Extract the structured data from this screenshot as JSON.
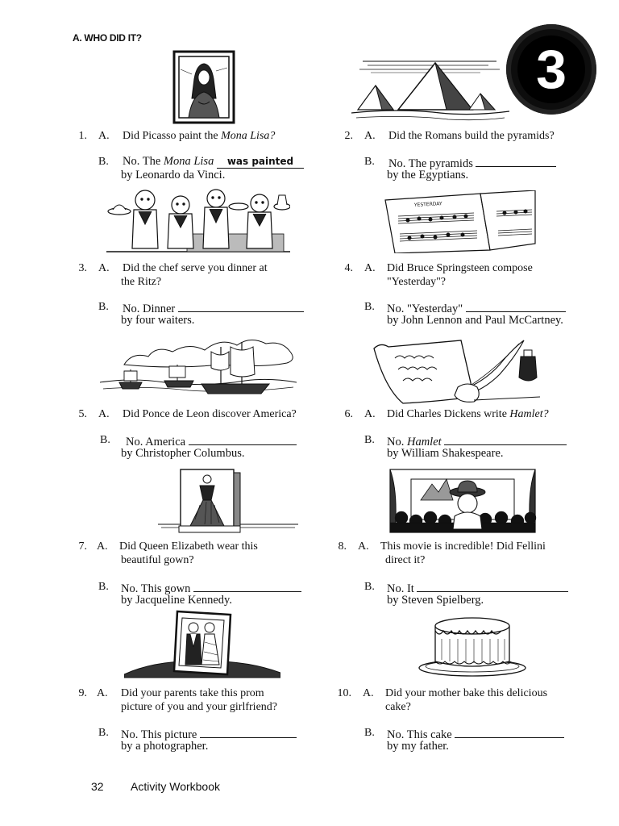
{
  "section_title": "A. WHO DID IT?",
  "unit_number": "3",
  "footer": {
    "page_number": "32",
    "book_title": "Activity Workbook"
  },
  "exercises": [
    {
      "num": "1.",
      "a_label": "A.",
      "a_line1_pre": "Did Picasso paint the ",
      "a_line1_italic": "Mona Lisa?",
      "a_line2": "",
      "b_label": "B.",
      "b_pre": "No.  The ",
      "b_italic": "Mona Lisa",
      "b_answer": "was painted",
      "b_line2": "by Leonardo da Vinci."
    },
    {
      "num": "2.",
      "a_label": "A.",
      "a_line1_pre": "Did the Romans build the pyramids?",
      "a_line1_italic": "",
      "a_line2": "",
      "b_label": "B.",
      "b_pre": "No.  The pyramids",
      "b_italic": "",
      "b_answer": "",
      "b_line2": "by the Egyptians."
    },
    {
      "num": "3.",
      "a_label": "A.",
      "a_line1_pre": "Did the chef serve you dinner at",
      "a_line1_italic": "",
      "a_line2": "the Ritz?",
      "b_label": "B.",
      "b_pre": "No.  Dinner",
      "b_italic": "",
      "b_answer": "",
      "b_line2": "by four waiters."
    },
    {
      "num": "4.",
      "a_label": "A.",
      "a_line1_pre": "Did Bruce Springsteen compose",
      "a_line1_italic": "",
      "a_line2": "\"Yesterday\"?",
      "b_label": "B.",
      "b_pre": "No.  \"Yesterday\"",
      "b_italic": "",
      "b_answer": "",
      "b_line2": "by John Lennon and Paul McCartney."
    },
    {
      "num": "5.",
      "a_label": "A.",
      "a_line1_pre": "Did Ponce de Leon discover America?",
      "a_line1_italic": "",
      "a_line2": "",
      "b_label": "B.",
      "b_pre": "No.  America",
      "b_italic": "",
      "b_answer": "",
      "b_line2": "by Christopher Columbus."
    },
    {
      "num": "6.",
      "a_label": "A.",
      "a_line1_pre": "Did Charles Dickens write ",
      "a_line1_italic": "Hamlet?",
      "a_line2": "",
      "b_label": "B.",
      "b_pre": "No.  ",
      "b_italic": "Hamlet",
      "b_answer": "",
      "b_line2": "by William Shakespeare."
    },
    {
      "num": "7.",
      "a_label": "A.",
      "a_line1_pre": "Did Queen Elizabeth wear this",
      "a_line1_italic": "",
      "a_line2": "beautiful gown?",
      "b_label": "B.",
      "b_pre": "No.  This gown",
      "b_italic": "",
      "b_answer": "",
      "b_line2": "by Jacqueline Kennedy."
    },
    {
      "num": "8.",
      "a_label": "A.",
      "a_line1_pre": "This movie is incredible!  Did Fellini",
      "a_line1_italic": "",
      "a_line2": "direct it?",
      "b_label": "B.",
      "b_pre": "No.  It",
      "b_italic": "",
      "b_answer": "",
      "b_line2": "by Steven Spielberg."
    },
    {
      "num": "9.",
      "a_label": "A.",
      "a_line1_pre": "Did your parents take this prom",
      "a_line1_italic": "",
      "a_line2": "picture of you and your girlfriend?",
      "b_label": "B.",
      "b_pre": "No.  This picture",
      "b_italic": "",
      "b_answer": "",
      "b_line2": "by a photographer."
    },
    {
      "num": "10.",
      "a_label": "A.",
      "a_line1_pre": "Did your mother bake this delicious",
      "a_line1_italic": "",
      "a_line2": "cake?",
      "b_label": "B.",
      "b_pre": "No.  This cake",
      "b_italic": "",
      "b_answer": "",
      "b_line2": "by my father."
    }
  ],
  "illustrations": {
    "song_sheet_label": "YESTERDAY"
  }
}
